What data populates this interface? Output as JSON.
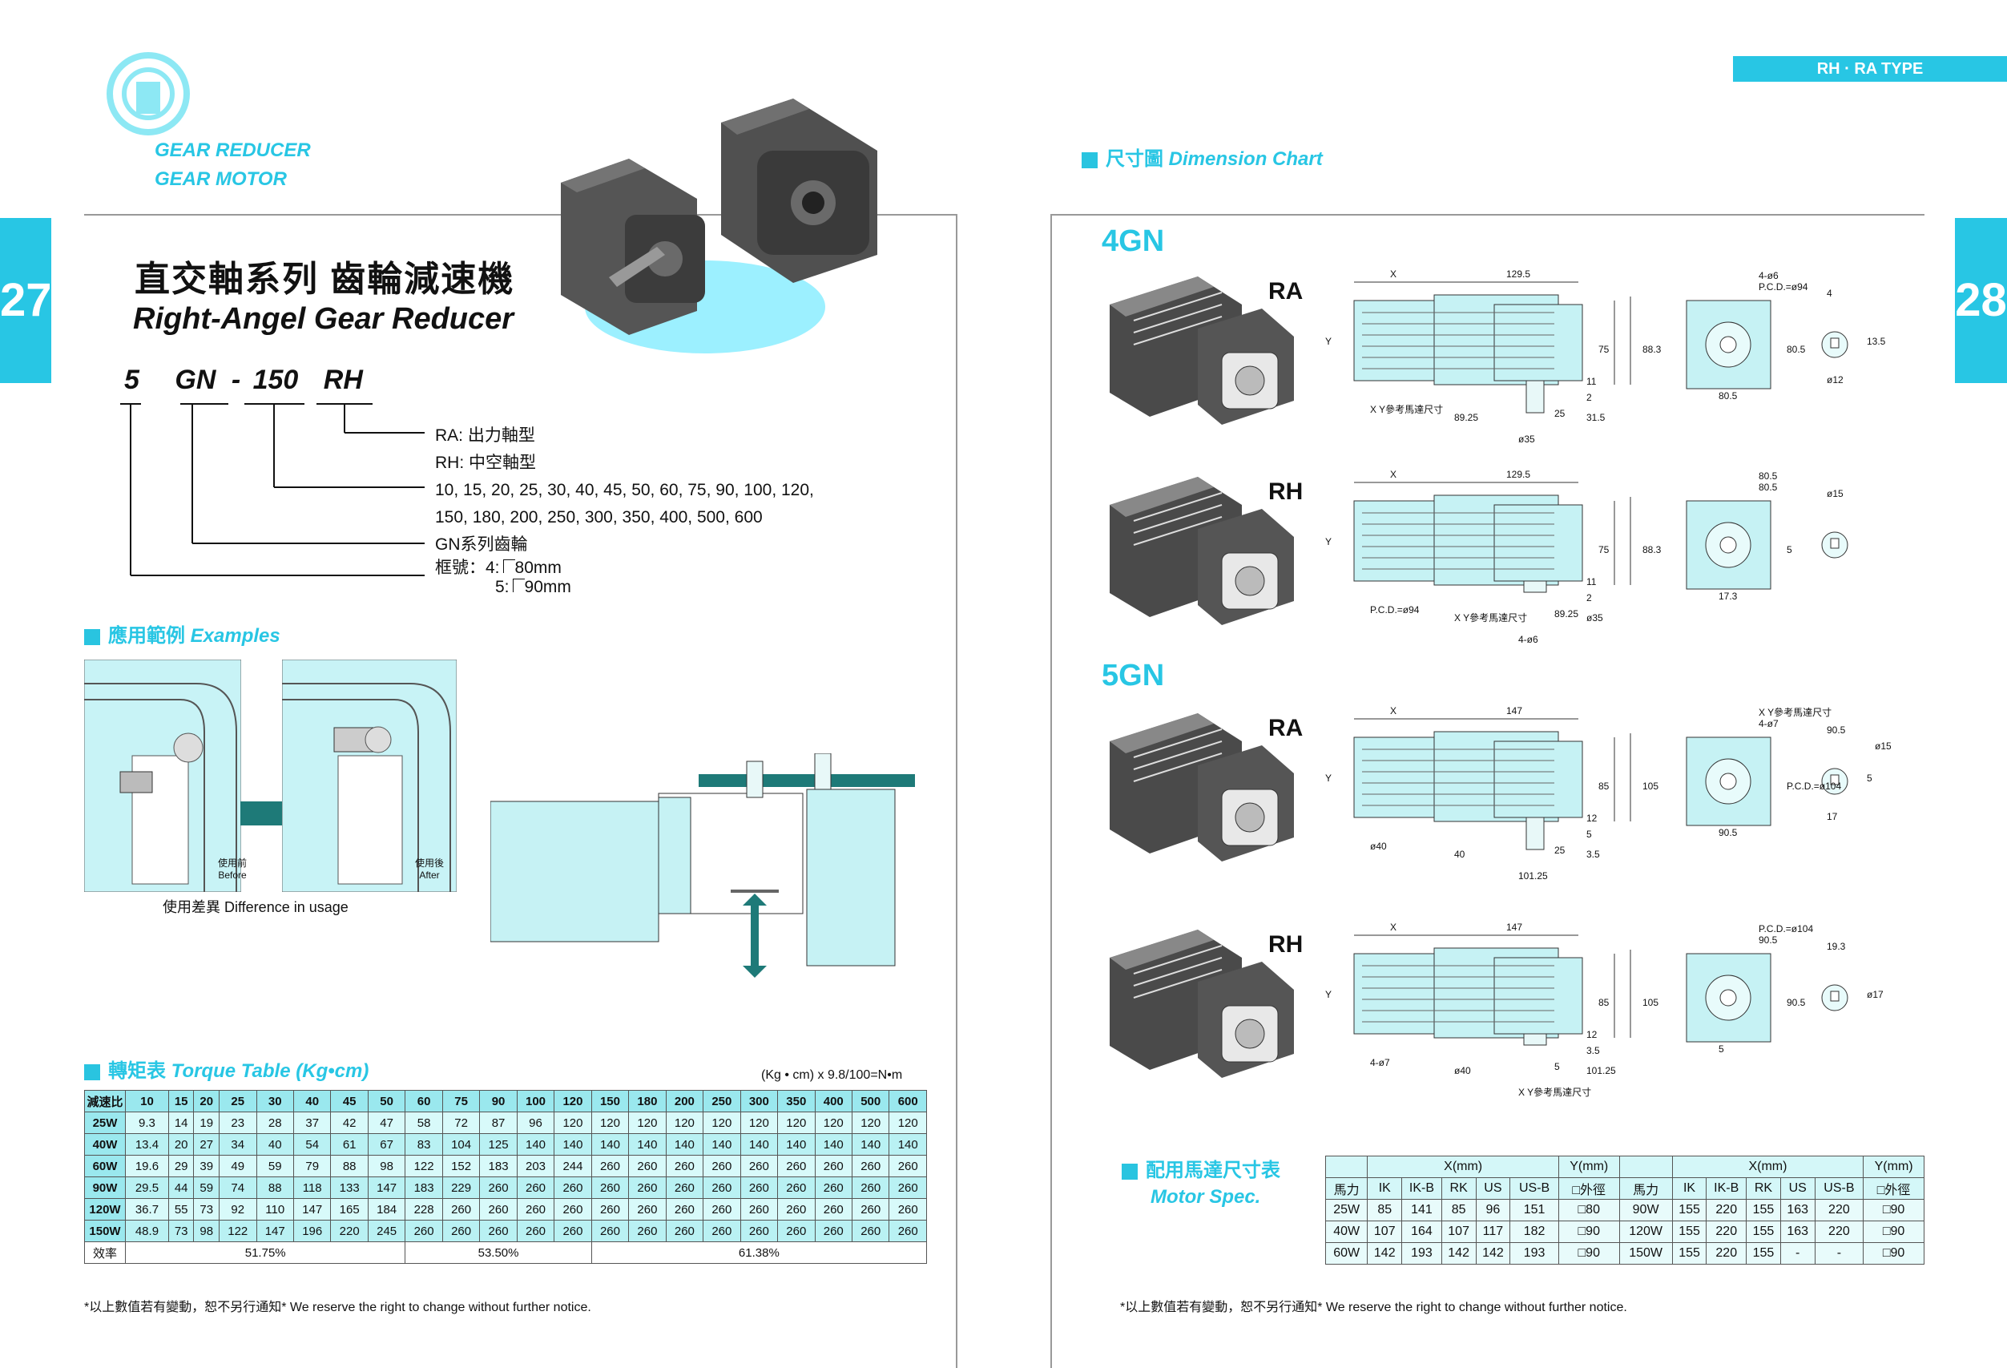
{
  "left_page": {
    "logo_lines": [
      "GEAR REDUCER",
      "GEAR MOTOR"
    ],
    "page_number": "27",
    "title_cn": "直交軸系列  齒輪減速機",
    "title_en": "Right-Angel Gear Reducer",
    "model_code": {
      "p1": "5",
      "p2": "GN",
      "p3": "150",
      "p4": "RH"
    },
    "code_notes": [
      "RA: 出力軸型",
      "RH: 中空軸型",
      "10, 15, 20, 25, 30, 40, 45, 50, 60, 75, 90, 100, 120,",
      "150, 180, 200, 250, 300, 350, 400, 500, 600",
      "GN系列齒輪",
      "框號：4:",
      "80mm",
      "5:",
      "90mm"
    ],
    "examples_cn": "應用範例",
    "examples_en": "Examples",
    "before_label": [
      "使用前",
      "Before"
    ],
    "after_label": [
      "使用後",
      "After"
    ],
    "usage_caption": "使用差異 Difference in usage",
    "torque_cn": "轉矩表",
    "torque_en": "Torque Table (Kg•cm)",
    "torque_unit": "(Kg • cm) x 9.8/100=N•m",
    "torque_header_label": "減速比",
    "torque_ratios": [
      "10",
      "15",
      "20",
      "25",
      "30",
      "40",
      "45",
      "50",
      "60",
      "75",
      "90",
      "100",
      "120",
      "150",
      "180",
      "200",
      "250",
      "300",
      "350",
      "400",
      "500",
      "600"
    ],
    "torque_rows": [
      {
        "power": "25W",
        "values": [
          "9.3",
          "14",
          "19",
          "23",
          "28",
          "37",
          "42",
          "47",
          "58",
          "72",
          "87",
          "96",
          "120",
          "120",
          "120",
          "120",
          "120",
          "120",
          "120",
          "120",
          "120",
          "120"
        ]
      },
      {
        "power": "40W",
        "values": [
          "13.4",
          "20",
          "27",
          "34",
          "40",
          "54",
          "61",
          "67",
          "83",
          "104",
          "125",
          "140",
          "140",
          "140",
          "140",
          "140",
          "140",
          "140",
          "140",
          "140",
          "140",
          "140"
        ]
      },
      {
        "power": "60W",
        "values": [
          "19.6",
          "29",
          "39",
          "49",
          "59",
          "79",
          "88",
          "98",
          "122",
          "152",
          "183",
          "203",
          "244",
          "260",
          "260",
          "260",
          "260",
          "260",
          "260",
          "260",
          "260",
          "260"
        ]
      },
      {
        "power": "90W",
        "values": [
          "29.5",
          "44",
          "59",
          "74",
          "88",
          "118",
          "133",
          "147",
          "183",
          "229",
          "260",
          "260",
          "260",
          "260",
          "260",
          "260",
          "260",
          "260",
          "260",
          "260",
          "260",
          "260"
        ]
      },
      {
        "power": "120W",
        "values": [
          "36.7",
          "55",
          "73",
          "92",
          "110",
          "147",
          "165",
          "184",
          "228",
          "260",
          "260",
          "260",
          "260",
          "260",
          "260",
          "260",
          "260",
          "260",
          "260",
          "260",
          "260",
          "260"
        ]
      },
      {
        "power": "150W",
        "values": [
          "48.9",
          "73",
          "98",
          "122",
          "147",
          "196",
          "220",
          "245",
          "260",
          "260",
          "260",
          "260",
          "260",
          "260",
          "260",
          "260",
          "260",
          "260",
          "260",
          "260",
          "260",
          "260"
        ]
      }
    ],
    "efficiency_label": "效率",
    "efficiency_values": [
      "51.75%",
      "53.50%",
      "61.38%"
    ],
    "notice": "*以上數值若有變動，恕不另行通知*   We reserve the right to change without further notice."
  },
  "right_page": {
    "type_tab": "RH · RA TYPE",
    "page_number": "28",
    "dim_cn": "尺寸圖",
    "dim_en": "Dimension Chart",
    "series": [
      "4GN",
      "5GN"
    ],
    "diagrams": [
      {
        "type": "RA",
        "labels": [
          "X",
          "129.5",
          "Y",
          "75",
          "88.3",
          "11",
          "2",
          "25",
          "31.5",
          "89.25",
          "ø35",
          "X Y參考馬達尺寸",
          "4-ø6",
          "P.C.D.=ø94",
          "80.5",
          "80.5",
          "4",
          "13.5",
          "ø12"
        ]
      },
      {
        "type": "RH",
        "labels": [
          "X",
          "129.5",
          "Y",
          "75",
          "88.3",
          "11",
          "2",
          "89.25",
          "ø35",
          "X Y參考馬達尺寸",
          "4-ø6",
          "P.C.D.=ø94",
          "80.5",
          "80.5",
          "5",
          "17.3",
          "ø15"
        ]
      },
      {
        "type": "RA",
        "labels": [
          "X",
          "147",
          "Y",
          "85",
          "105",
          "12",
          "5",
          "25",
          "3.5",
          "40",
          "101.25",
          "ø40",
          "X Y參考馬達尺寸",
          "4-ø7",
          "P.C.D.=ø104",
          "90.5",
          "90.5",
          "5",
          "17",
          "ø15"
        ]
      },
      {
        "type": "RH",
        "labels": [
          "X",
          "147",
          "Y",
          "85",
          "105",
          "12",
          "3.5",
          "5",
          "101.25",
          "ø40",
          "X Y參考馬達尺寸",
          "4-ø7",
          "P.C.D.=ø104",
          "90.5",
          "90.5",
          "5",
          "19.3",
          "ø17"
        ]
      }
    ],
    "motor_cn": "配用馬達尺寸表",
    "motor_en": "Motor Spec.",
    "motor_header": {
      "xmm": "X(mm)",
      "ymm": "Y(mm)",
      "power": "馬力",
      "cols": [
        "IK",
        "IK-B",
        "RK",
        "US",
        "US-B"
      ],
      "outer": "□外徑"
    },
    "motor_rows": [
      {
        "l": [
          "25W",
          "85",
          "141",
          "85",
          "96",
          "151",
          "□80"
        ],
        "r": [
          "90W",
          "155",
          "220",
          "155",
          "163",
          "220",
          "□90"
        ]
      },
      {
        "l": [
          "40W",
          "107",
          "164",
          "107",
          "117",
          "182",
          "□90"
        ],
        "r": [
          "120W",
          "155",
          "220",
          "155",
          "163",
          "220",
          "□90"
        ]
      },
      {
        "l": [
          "60W",
          "142",
          "193",
          "142",
          "142",
          "193",
          "□90"
        ],
        "r": [
          "150W",
          "155",
          "220",
          "155",
          "-",
          "-",
          "□90"
        ]
      }
    ],
    "notice": "*以上數值若有變動，恕不另行通知*   We reserve the right to change without further notice."
  },
  "colors": {
    "accent": "#28c6e4",
    "table_header": "#9ae8ee",
    "motor_body": "#c6f2f4",
    "arrow": "#1e7a78"
  }
}
